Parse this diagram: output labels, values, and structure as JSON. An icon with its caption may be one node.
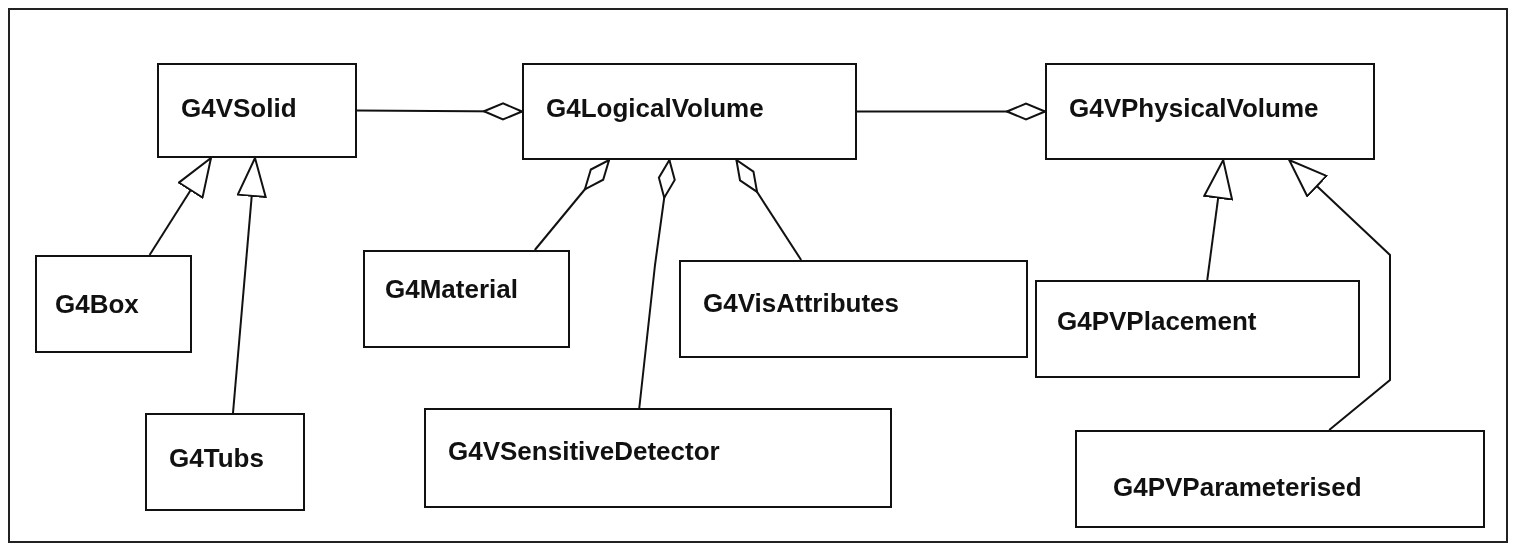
{
  "diagram": {
    "nodes": [
      {
        "text": [
          "G4VSolid"
        ]
      },
      {
        "text": [
          "G4LogicalVolume"
        ]
      },
      {
        "text": [
          "G4VPhysicalVolume"
        ]
      },
      {
        "text": [
          "G4Box"
        ]
      },
      {
        "text": [
          "G4Tubs"
        ]
      },
      {
        "text": [
          "G4Material"
        ]
      },
      {
        "text": [
          "G4VisAttributes"
        ]
      },
      {
        "text": [
          "G4VSensitiveDetector"
        ]
      },
      {
        "text": [
          "G4PVPlacement"
        ]
      },
      {
        "text": [
          "G4PVParameterised"
        ]
      }
    ],
    "edges": [
      {
        "from": 0,
        "to": 1,
        "arrow": "other"
      },
      {
        "from": 1,
        "to": 2,
        "arrow": "other"
      },
      {
        "from": 5,
        "to": 1,
        "arrow": "other"
      },
      {
        "from": 7,
        "to": 1,
        "arrow": "other"
      },
      {
        "from": 6,
        "to": 1,
        "arrow": "other"
      },
      {
        "from": 3,
        "to": 0,
        "arrow": "to"
      },
      {
        "from": 4,
        "to": 0,
        "arrow": "to"
      },
      {
        "from": 8,
        "to": 2,
        "arrow": "to"
      },
      {
        "from": 9,
        "to": 2,
        "arrow": "to"
      }
    ]
  }
}
